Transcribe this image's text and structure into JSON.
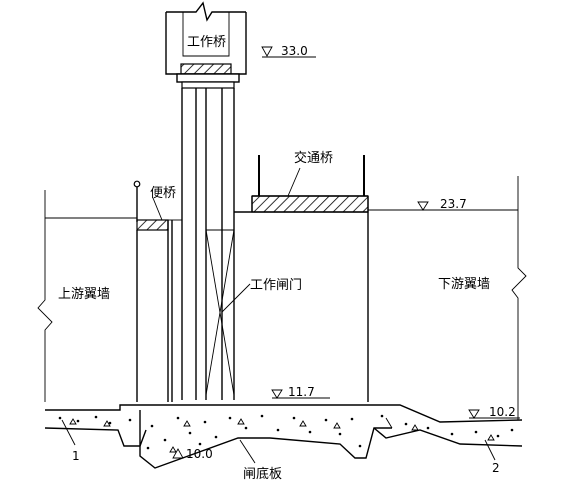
{
  "labels": {
    "work_bridge": "工作桥",
    "traffic_bridge": "交通桥",
    "service_bridge": "便桥",
    "work_gate": "工作闸门",
    "upstream_wall": "上游翼墙",
    "downstream_wall": "下游翼墙",
    "floor_slab": "闸底板",
    "marker_1": "1",
    "marker_2": "2"
  },
  "elevations": {
    "work_bridge": "33.0",
    "water_level": "23.7",
    "floor_top": "11.7",
    "floor_bottom": "10.0",
    "downstream_apron": "10.2"
  }
}
